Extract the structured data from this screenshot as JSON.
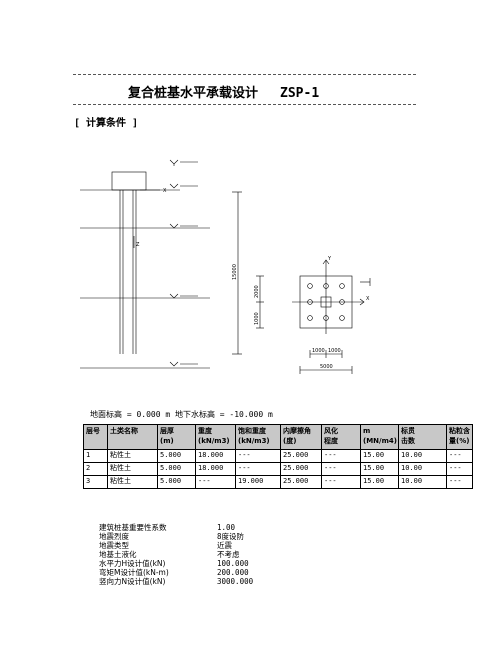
{
  "header": {
    "title": "复合桩基水平承载设计",
    "code": "ZSP-1"
  },
  "section_title": "[ 计算条件 ]",
  "ground_info": "地面标高 = 0.000 m  地下水标高 = -10.000 m",
  "soil_table": {
    "columns": [
      "层号",
      "土类名称",
      "层厚\n(m)",
      "重度\n(kN/m3)",
      "饱和重度\n(kN/m3)",
      "内摩擦角\n(度)",
      "风化\n程度",
      "m\n(MN/m4)",
      "标贯\n击数",
      "粘粒含\n量(%)"
    ],
    "rows": [
      [
        "1",
        "粘性土",
        "5.000",
        "18.000",
        "---",
        "25.000",
        "---",
        "15.00",
        "10.00",
        "---"
      ],
      [
        "2",
        "粘性土",
        "5.000",
        "18.000",
        "---",
        "25.000",
        "---",
        "15.00",
        "10.00",
        "---"
      ],
      [
        "3",
        "粘性土",
        "5.000",
        "---",
        "19.000",
        "25.000",
        "---",
        "15.00",
        "10.00",
        "---"
      ]
    ]
  },
  "params": [
    {
      "label": "建筑桩基重要性系数",
      "value": "1.00"
    },
    {
      "label": "地震烈度",
      "value": "8度设防"
    },
    {
      "label": "地震类型",
      "value": "近震"
    },
    {
      "label": "地基土液化",
      "value": "不考虑"
    },
    {
      "label": "水平力H设计值(kN)",
      "value": "100.000"
    },
    {
      "label": "弯矩M设计值(kN-m)",
      "value": "200.000"
    },
    {
      "label": "竖向力N设计值(kN)",
      "value": "3000.000"
    }
  ],
  "drawing": {
    "plan_x_label": "X",
    "plan_y_label": "Y",
    "elev_x_label": "X",
    "elev_z_label": "Z",
    "dim_1000_a": "1000",
    "dim_1000_b": "1000",
    "dim_5000": "5000",
    "dim_2000_left": "2000",
    "dim_1000_left": "1000",
    "dim_15000": "15000"
  }
}
